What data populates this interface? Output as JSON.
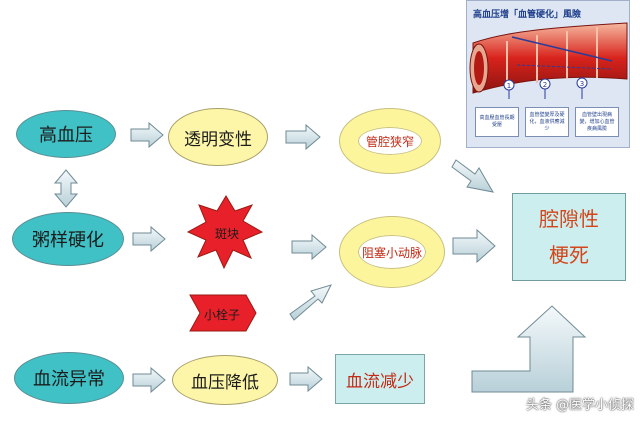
{
  "nodes": {
    "hypertension": "高血压",
    "atherosclerosis": "粥样硬化",
    "abnormal_flow": "血流异常",
    "hyaline": "透明变性",
    "plaque": "斑块",
    "thrombus": "小栓子",
    "bp_drop": "血压降低",
    "lumen_narrow": "管腔狭窄",
    "arteriole_block": "阻塞小动脉",
    "flow_reduced": "血流减少",
    "lacunar_line1": "腔隙性",
    "lacunar_line2": "梗死"
  },
  "inset": {
    "title": "高血压增「血管硬化」風險",
    "markers": [
      "1",
      "2",
      "3"
    ],
    "steps": [
      "高血壓血管長期受壓",
      "血管壁變厚及硬化，血液供應減少",
      "血管壁出現病變，增加心血管疾病風險"
    ]
  },
  "watermark": "头条 @医学小侦探",
  "colors": {
    "teal": "#3fc1c6",
    "yellow": "#fdf6a8",
    "red_text": "#c22a15",
    "box": "#cdeeee",
    "star_red": "#e8202a"
  }
}
